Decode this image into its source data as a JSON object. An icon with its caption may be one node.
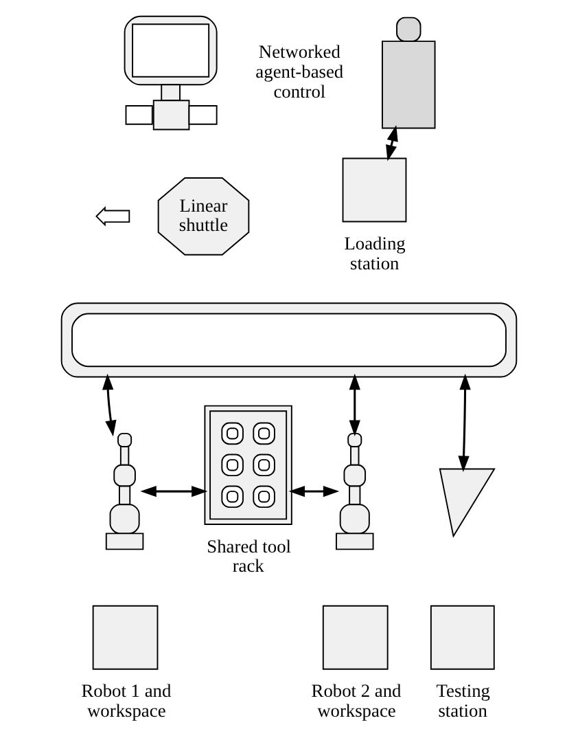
{
  "diagram": {
    "nodes": [
      {
        "text": [],
        "shape": "computer",
        "beside": [
          "Networked agent-based control"
        ]
      },
      {
        "text": [],
        "shape": "person"
      },
      {
        "text": [],
        "shape": "track"
      },
      {
        "text": [
          "Linear shuttle"
        ]
      },
      {
        "text": [
          "Loading station"
        ]
      },
      {
        "text": [],
        "shape": "robot"
      },
      {
        "text": [
          "Shared tool rack"
        ]
      },
      {
        "text": [],
        "shape": "robot"
      },
      {
        "text": [],
        "shape": "lightning"
      },
      {
        "text": [
          "Robot 1 and workspace"
        ]
      },
      {
        "text": [
          "Robot 2 and workspace"
        ]
      },
      {
        "text": [
          "Testing station"
        ]
      }
    ],
    "edges": [
      {
        "from": 1,
        "to": 4,
        "arrow": "both"
      },
      {
        "from": 2,
        "to": 5,
        "arrow": "both"
      },
      {
        "from": 2,
        "to": 7,
        "arrow": "both"
      },
      {
        "from": 2,
        "to": 8,
        "arrow": "both"
      },
      {
        "from": 5,
        "to": 6,
        "arrow": "both"
      },
      {
        "from": 6,
        "to": 7,
        "arrow": "both"
      }
    ]
  }
}
